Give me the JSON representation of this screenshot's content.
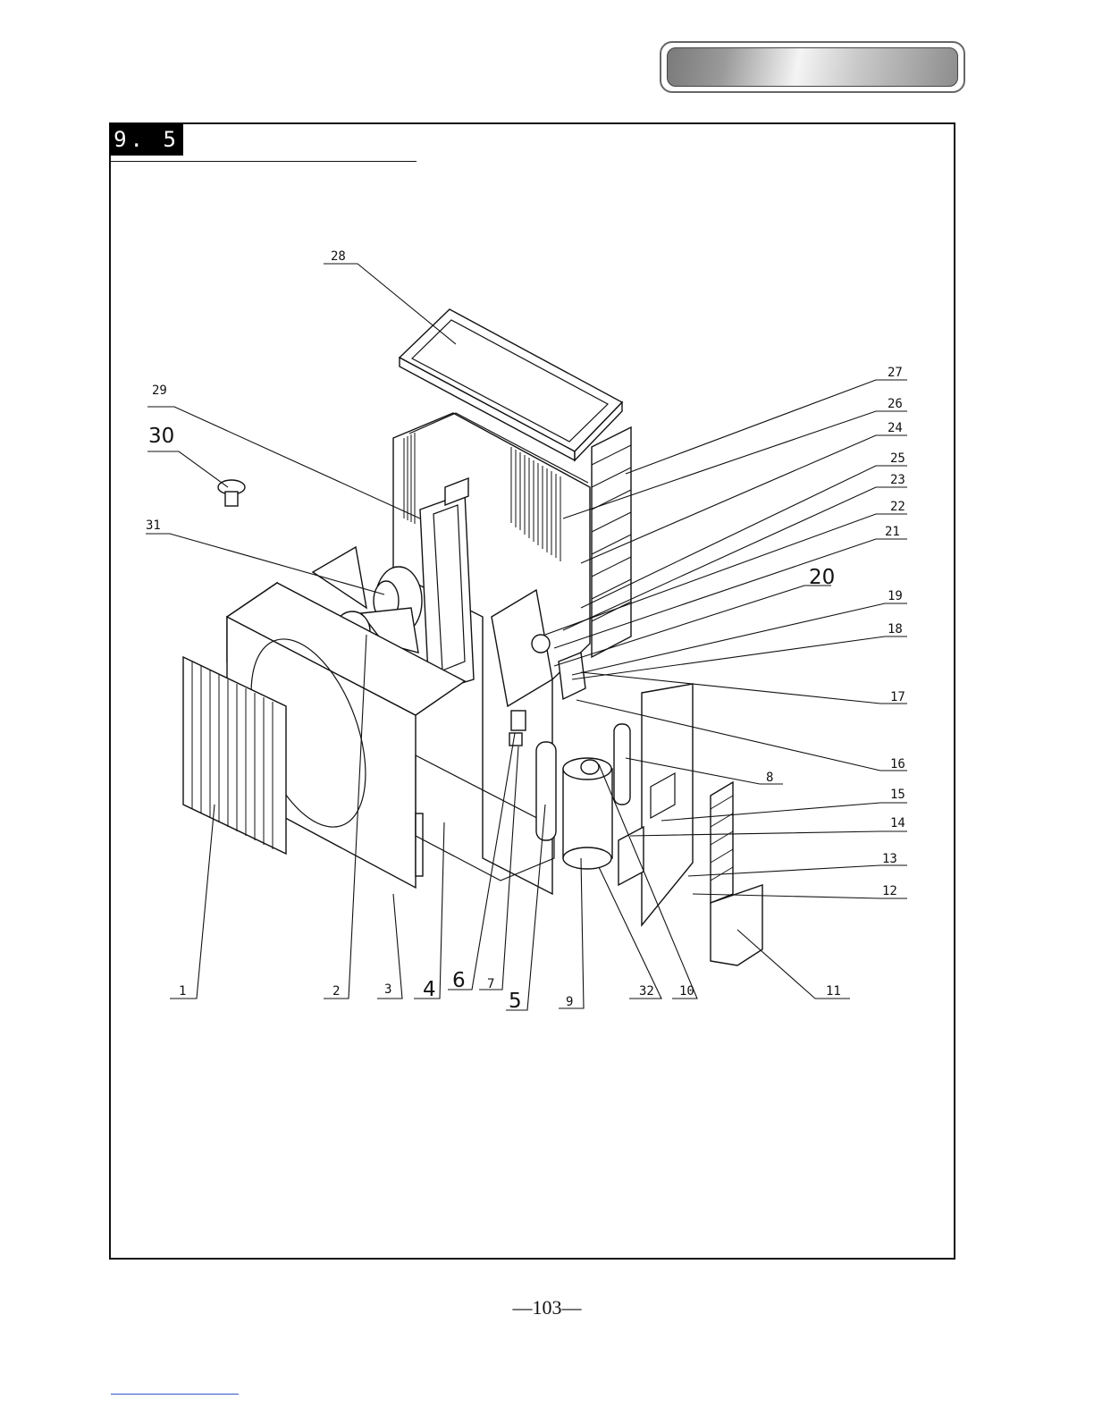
{
  "header": {
    "tab_text": ""
  },
  "section": {
    "number": "9. 5",
    "title": ""
  },
  "diagram": {
    "callouts": [
      {
        "id": "c1",
        "label": "1"
      },
      {
        "id": "c2",
        "label": "2"
      },
      {
        "id": "c3",
        "label": "3"
      },
      {
        "id": "c4",
        "label": "4"
      },
      {
        "id": "c5",
        "label": "5"
      },
      {
        "id": "c6",
        "label": "6"
      },
      {
        "id": "c7",
        "label": "7"
      },
      {
        "id": "c8",
        "label": "8"
      },
      {
        "id": "c9",
        "label": "9"
      },
      {
        "id": "c10",
        "label": "10"
      },
      {
        "id": "c11",
        "label": "11"
      },
      {
        "id": "c12",
        "label": "12"
      },
      {
        "id": "c13",
        "label": "13"
      },
      {
        "id": "c14",
        "label": "14"
      },
      {
        "id": "c15",
        "label": "15"
      },
      {
        "id": "c16",
        "label": "16"
      },
      {
        "id": "c17",
        "label": "17"
      },
      {
        "id": "c18",
        "label": "18"
      },
      {
        "id": "c19",
        "label": "19"
      },
      {
        "id": "c20",
        "label": "20"
      },
      {
        "id": "c21",
        "label": "21"
      },
      {
        "id": "c22",
        "label": "22"
      },
      {
        "id": "c23",
        "label": "23"
      },
      {
        "id": "c24",
        "label": "24"
      },
      {
        "id": "c25",
        "label": "25"
      },
      {
        "id": "c26",
        "label": "26"
      },
      {
        "id": "c27",
        "label": "27"
      },
      {
        "id": "c28",
        "label": "28"
      },
      {
        "id": "c29",
        "label": "29"
      },
      {
        "id": "c30",
        "label": "30"
      },
      {
        "id": "c31",
        "label": "31"
      },
      {
        "id": "c32",
        "label": "32"
      }
    ]
  },
  "footer": {
    "page_number": "—103—"
  }
}
